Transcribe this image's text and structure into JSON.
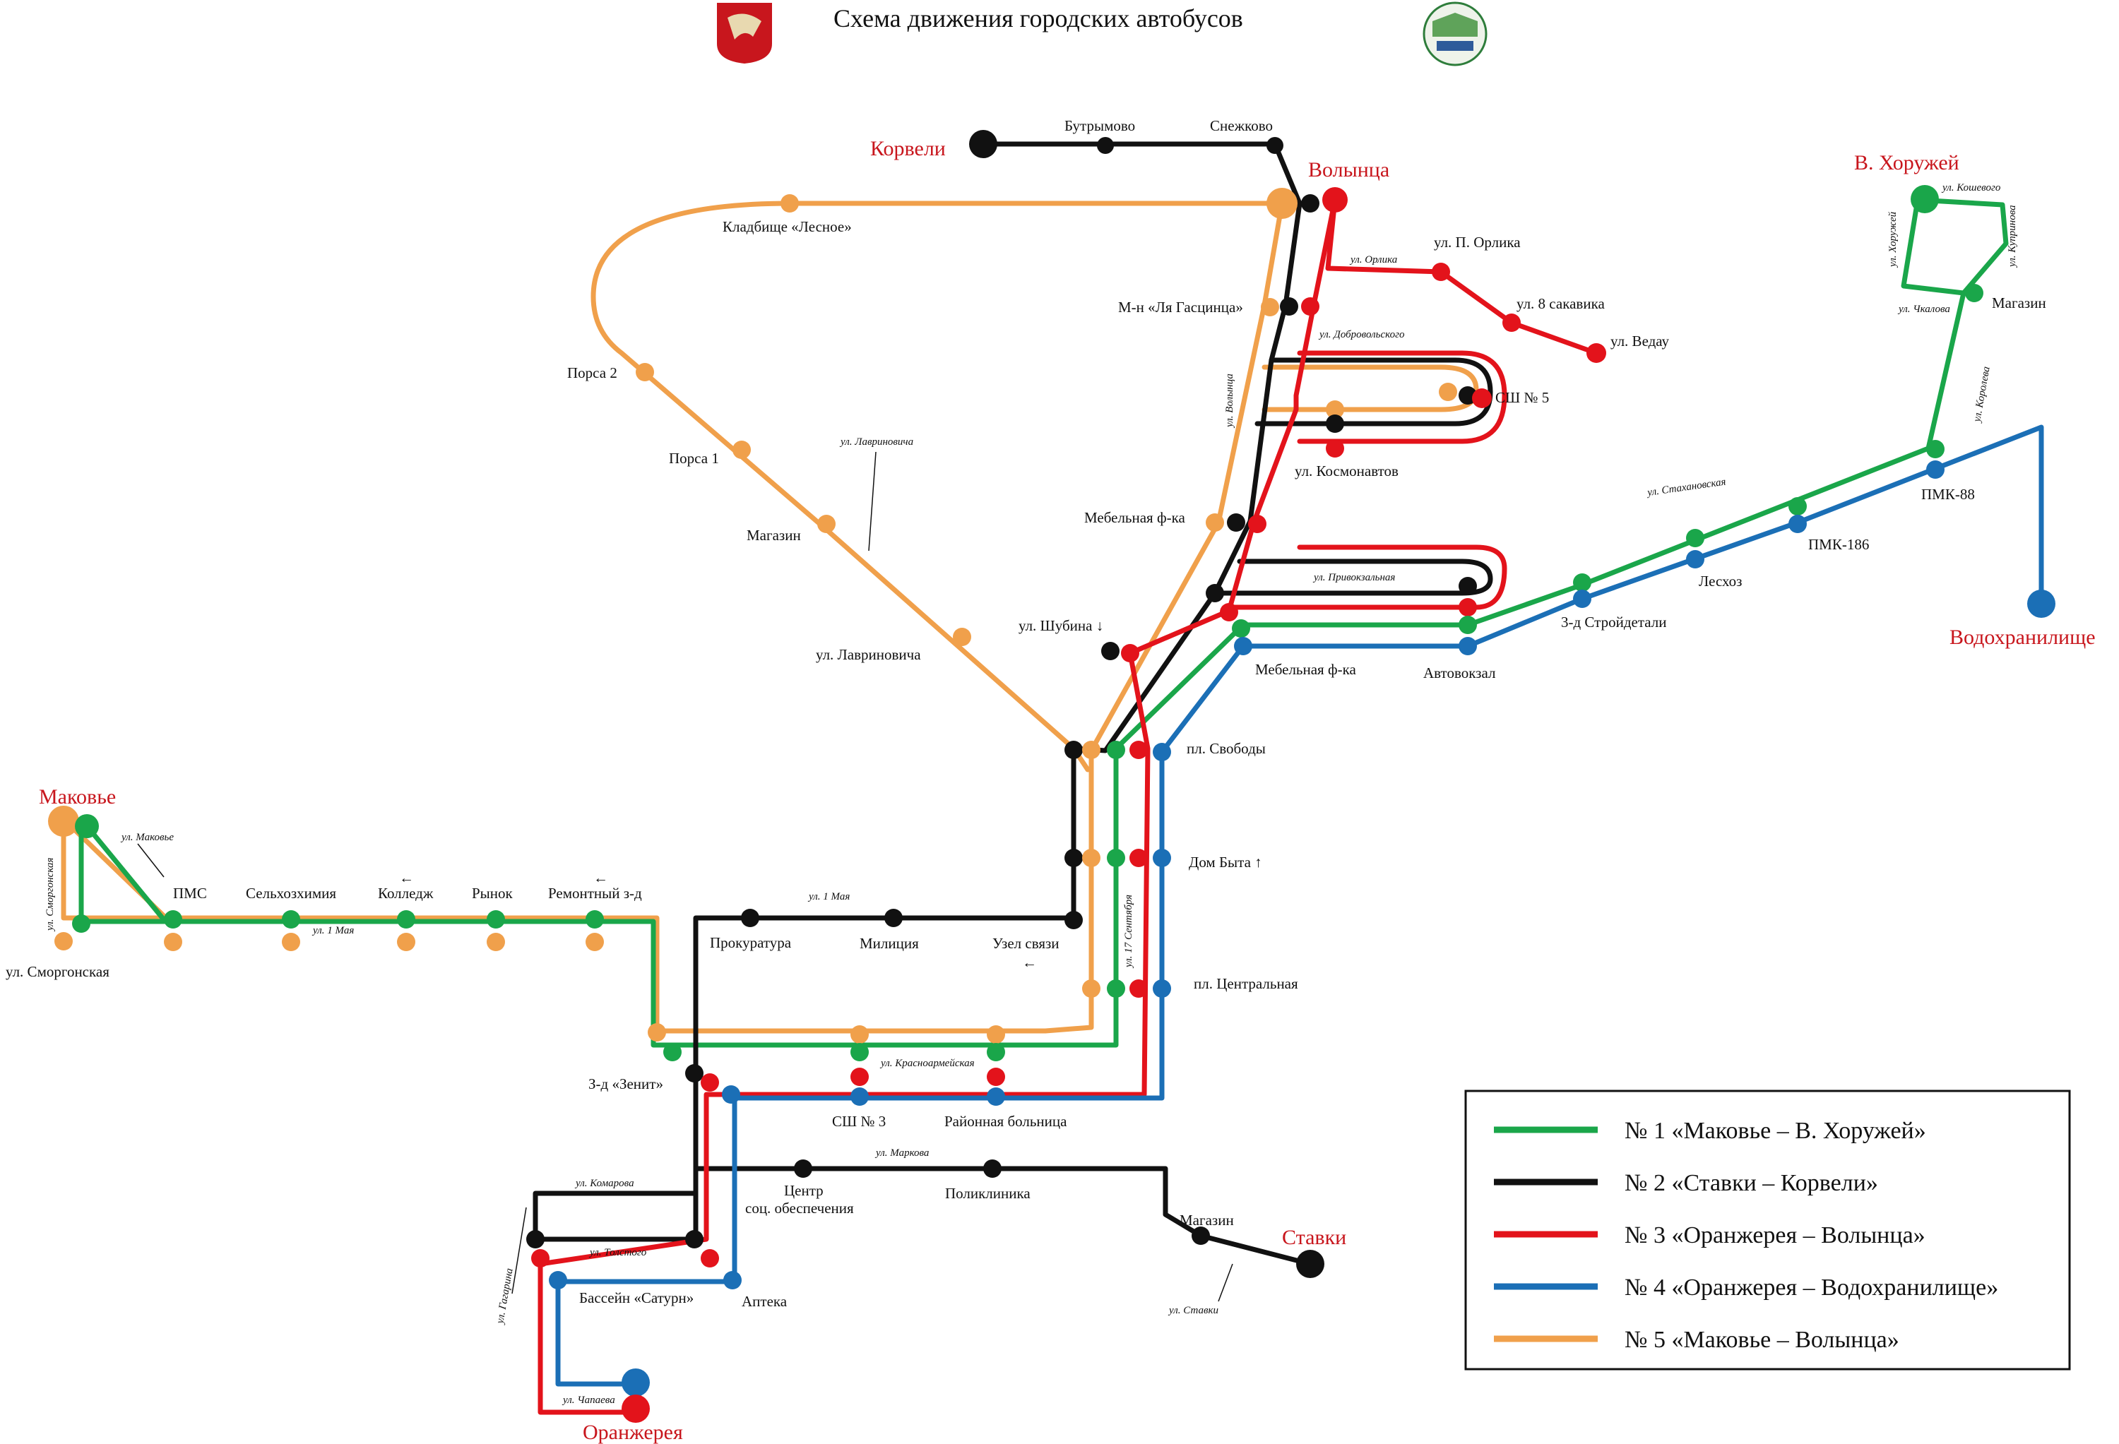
{
  "title": "Схема движения городских автобусов",
  "colors": {
    "green": "#1aa64a",
    "black": "#111111",
    "red": "#e3131b",
    "blue": "#1b6fb6",
    "orange": "#f0a04b",
    "terminal_text": "#c8161d"
  },
  "emblems": [
    "city-coat-of-arms-emblem",
    "bus-company-logo-emblem"
  ],
  "terminals": {
    "korveli": "Корвели",
    "volyntsa": "Волынца",
    "khoruzhey": "В. Хоружей",
    "vodokhranilishche": "Водохранилище",
    "makovye": "Маковье",
    "stavki": "Ставки",
    "oranzhereya": "Оранжерея"
  },
  "stops": {
    "butrymovo": "Бутрымово",
    "snezhkovo": "Снежково",
    "kladbishche": "Кладбище «Лесное»",
    "p_orlika": "ул. П. Орлика",
    "sakavika": "ул. 8 сакавика",
    "vedau": "ул. Ведау",
    "las_gascinca": "М-н «Ля Гасцинца»",
    "porsa2": "Порса 2",
    "porsa1": "Порса 1",
    "magazin_n": "Магазин",
    "lavrinovicha": "ул. Лавриновича",
    "sh5": "СШ № 5",
    "kosmonavtov": "ул. Космонавтов",
    "mebel_1": "Мебельная ф-ка",
    "shubina": "ул. Шубина ↓",
    "mebel_2": "Мебельная ф-ка",
    "avtovokzal": "Автовокзал",
    "stroydetali": "3-д Стройдетали",
    "leskhoz": "Лесхоз",
    "pmk186": "ПМК-186",
    "pmk88": "ПМК-88",
    "magazin_e": "Магазин",
    "pl_svobody": "пл. Свободы",
    "dom_byta": "Дом Быта ↑",
    "pl_centralnaya": "пл. Центральная",
    "pms": "ПМС",
    "selkhozkhimiya": "Сельхозхимия",
    "kolledzh": "Колледж",
    "rynok": "Рынок",
    "remontny": "Ремонтный з-д",
    "smorgonskaya": "ул. Сморгонская",
    "prokuratura": "Прокуратура",
    "militsiya": "Милиция",
    "uzel_svyazi": "Узел связи",
    "zenit": "З-д «Зенит»",
    "sh3": "СШ № 3",
    "bolnitsa": "Районная больница",
    "tsentr": "Центр",
    "tsentr2": "соц. обеспечения",
    "poliklinika": "Поликлиника",
    "magazin_s": "Магазин",
    "basseyn": "Бассейн «Сатурн»",
    "apteka": "Аптека"
  },
  "streets": {
    "orlika": "ул. Орлика",
    "dobrovolskogo": "ул. Добровольского",
    "volyntsa": "ул. Волынца",
    "lavrinovicha": "ул. Лавриновича",
    "privokzalnaya": "ул. Привокзальная",
    "stakhanovskaya": "ул. Стахановская",
    "koroleva": "ул. Королева",
    "khoruzhey": "ул. Хоружей",
    "koshevogo": "ул. Кошевого",
    "kuprinova": "ул. Купринова",
    "chkalova": "ул. Чкалова",
    "makovye": "ул. Маковье",
    "smorgonskaya": "ул. Сморгонская",
    "may1_a": "ул. 1 Мая",
    "may1_b": "ул. 1 Мая",
    "sentyabrya": "ул. 17 Сентября",
    "krasnoarmeyskaya": "ул. Красноармейская",
    "markova": "ул. Маркова",
    "komarova": "ул. Комарова",
    "tolstogo": "ул. Толстого",
    "gagarina": "ул. Гагарина",
    "chapaeva": "ул. Чапаева",
    "stavki": "ул. Ставки"
  },
  "direction_arrows": [
    "←",
    "←",
    "←"
  ],
  "legend": [
    {
      "label": "№ 1 «Маковье – В. Хоружей»",
      "color": "#1aa64a"
    },
    {
      "label": "№ 2 «Ставки – Корвели»",
      "color": "#111111"
    },
    {
      "label": "№ 3 «Оранжерея – Волынца»",
      "color": "#e3131b"
    },
    {
      "label": "№ 4 «Оранжерея – Водохранилище»",
      "color": "#1b6fb6"
    },
    {
      "label": "№ 5 «Маковье – Волынца»",
      "color": "#f0a04b"
    }
  ]
}
